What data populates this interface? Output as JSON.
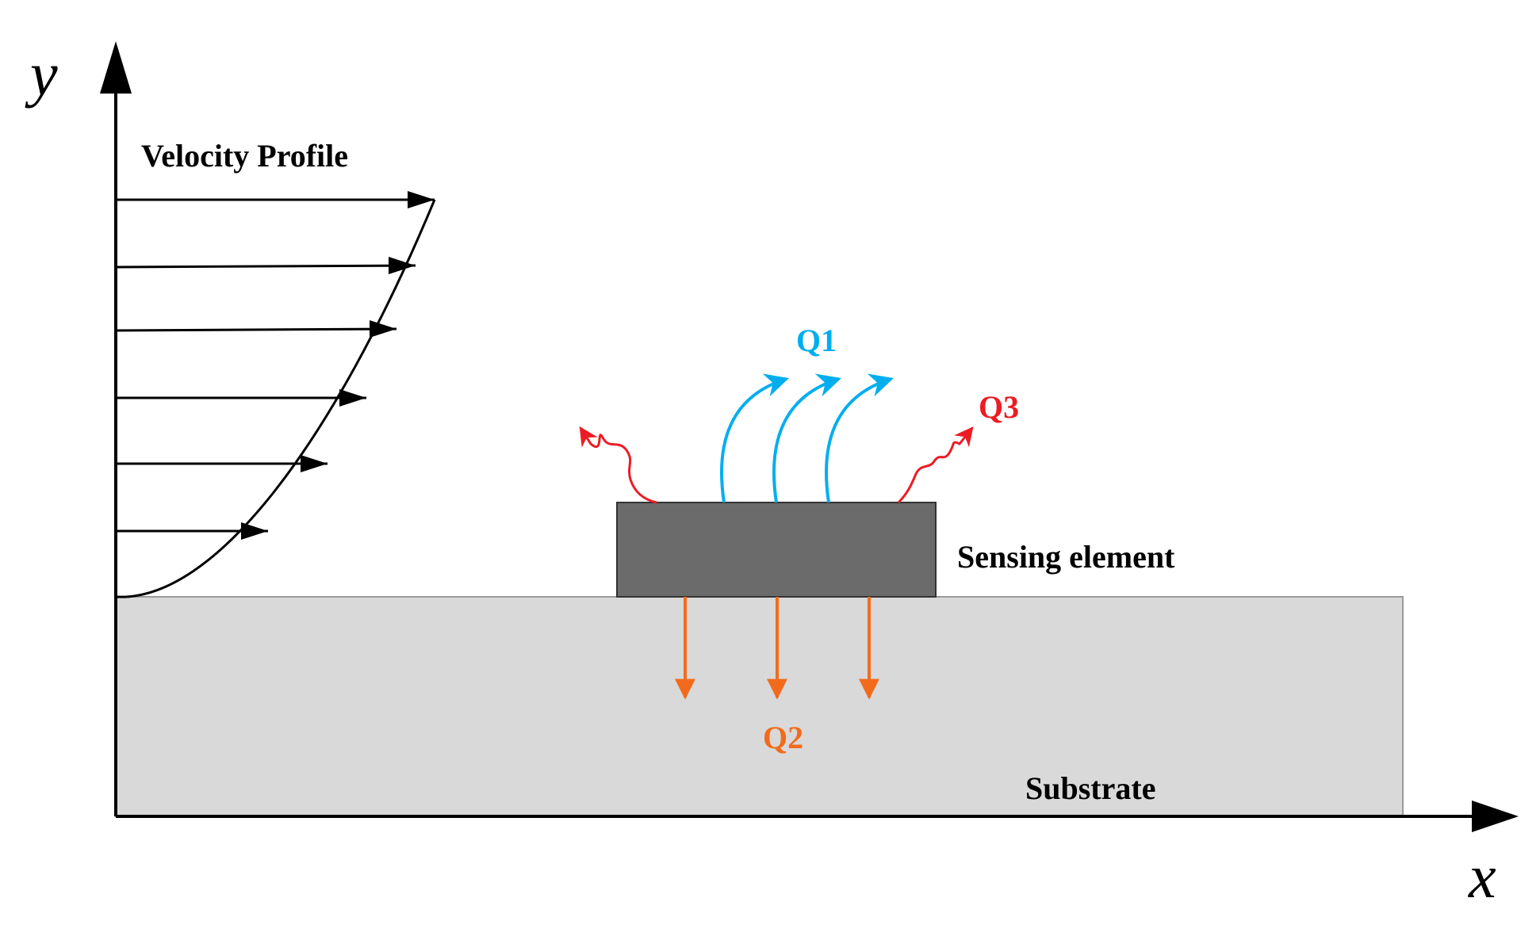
{
  "axes": {
    "x_label": "x",
    "y_label": "y"
  },
  "labels": {
    "velocity_profile": "Velocity Profile",
    "sensing_element": "Sensing element",
    "substrate": "Substrate",
    "q1": "Q1",
    "q2": "Q2",
    "q3": "Q3"
  },
  "colors": {
    "q1": "#00aeef",
    "q2": "#f26b1d",
    "q3": "#ed1c24",
    "sensing_element_fill": "#6b6b6b",
    "substrate_fill": "#d9d9d9",
    "line": "#000000"
  }
}
